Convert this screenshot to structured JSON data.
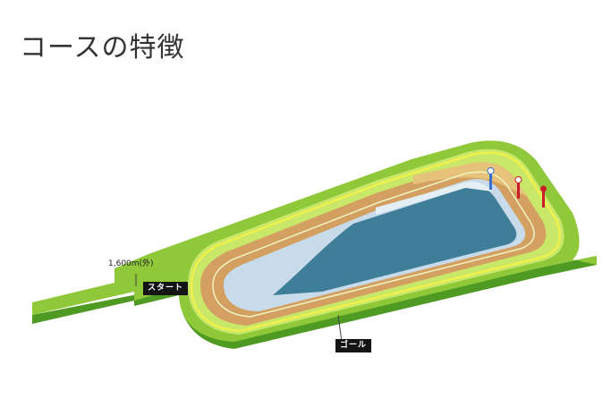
{
  "title": "コースの特徴",
  "labels": {
    "distance": "1,600m(外)",
    "start": "スタート",
    "goal": "ゴール"
  },
  "colors": {
    "turf_outer": "#8fc93a",
    "turf_light": "#c9e86a",
    "turf_side": "#4e9a22",
    "rail_yellow": "#f0f04a",
    "dirt": "#d4a062",
    "dirt_light": "#e6c27a",
    "infield_ice": "#c7dbea",
    "infield_water": "#3f7e98",
    "tag_bg": "#141414"
  },
  "icons": [
    "furlong-pole-icon",
    "furlong-pole-icon",
    "furlong-pole-icon"
  ]
}
